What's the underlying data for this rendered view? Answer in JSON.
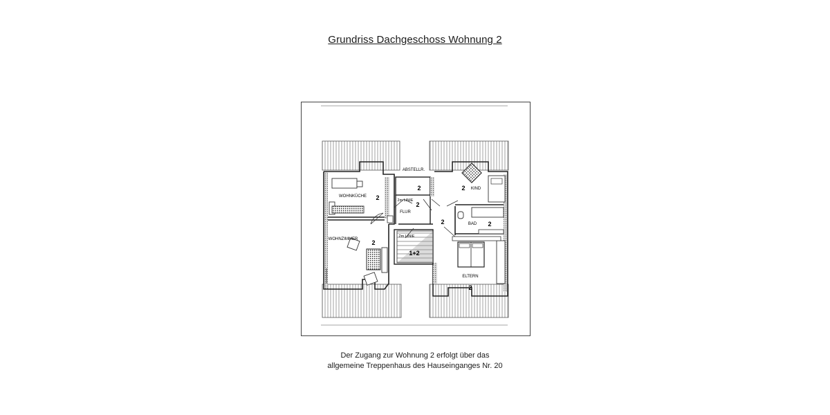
{
  "document": {
    "title": "Grundriss Dachgeschoss Wohnung 2",
    "caption_lines": [
      "Der Zugang zur Wohnung 2 erfolgt über das",
      "allgemeine Treppenhaus des Hauseinganges Nr. 20"
    ]
  },
  "plan": {
    "labels": {
      "abstell": "ABSTELLR.",
      "kind": "KIND",
      "wohnkueche": "WOHNKÜCHE",
      "flur": "FLUR",
      "bad": "BAD",
      "wohnzimmer": "WOHNZIMMER",
      "eltern": "ELTERN",
      "line1": "2m LINIE",
      "line2": "2m LINIE"
    },
    "unit_numbers": {
      "wohnkueche": "2",
      "abstell": "2",
      "flur": "2",
      "kind": "2",
      "corridor": "2",
      "bad": "2",
      "wohnzimmer": "2",
      "stairs": "1+2",
      "eltern": "2"
    }
  }
}
